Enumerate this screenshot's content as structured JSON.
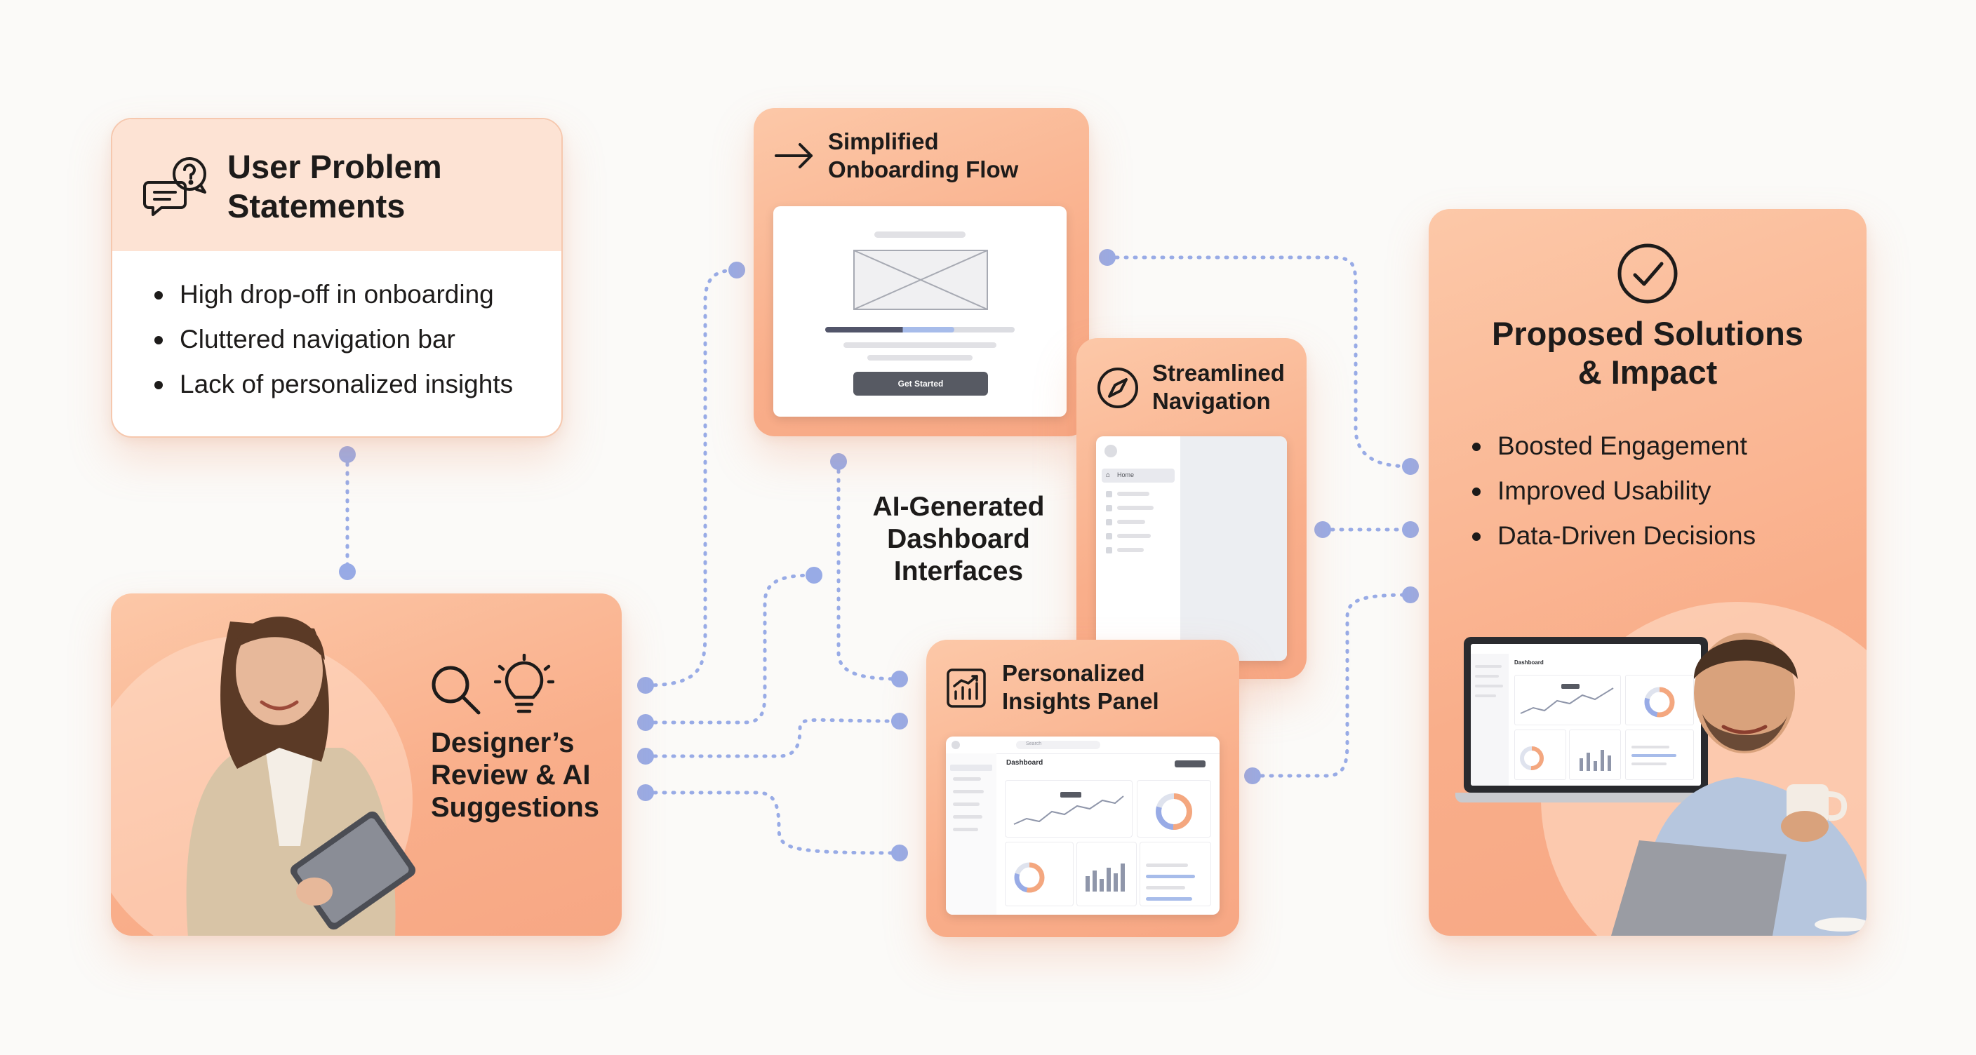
{
  "colors": {
    "peach": "#f9ae8a",
    "peach_light": "#fde1d2",
    "connector": "#98abe6",
    "dark_text": "#1d1b1a",
    "button": "#575a63"
  },
  "problems": {
    "title_line1": "User Problem",
    "title_line2": "Statements",
    "icon": "speech-bubbles-question-icon",
    "items": [
      "High drop-off in onboarding",
      "Cluttered navigation bar",
      "Lack of personalized insights"
    ]
  },
  "designer": {
    "title_line1": "Designer’s",
    "title_line2": "Review & AI",
    "title_line3": "Suggestions",
    "icons": [
      "magnifier-icon",
      "lightbulb-icon"
    ]
  },
  "onboarding": {
    "title_line1": "Simplified",
    "title_line2": "Onboarding Flow",
    "icon": "arrow-right-icon",
    "button_label": "Get Started",
    "progress": 0.68
  },
  "navigation": {
    "title_line1": "Streamlined",
    "title_line2": "Navigation",
    "icon": "compass-icon",
    "menu_first": "Home"
  },
  "center_label": {
    "line1": "AI-Generated",
    "line2": "Dashboard",
    "line3": "Interfaces"
  },
  "insights": {
    "title_line1": "Personalized",
    "title_line2": "Insights Panel",
    "icon": "chart-growth-icon",
    "dashboard_title": "Dashboard",
    "search_placeholder": "Search"
  },
  "solutions": {
    "title_line1": "Proposed Solutions",
    "title_line2": "& Impact",
    "icon": "check-circle-icon",
    "items": [
      "Boosted Engagement",
      "Improved Usability",
      "Data-Driven Decisions"
    ],
    "laptop_title": "Dashboard"
  }
}
